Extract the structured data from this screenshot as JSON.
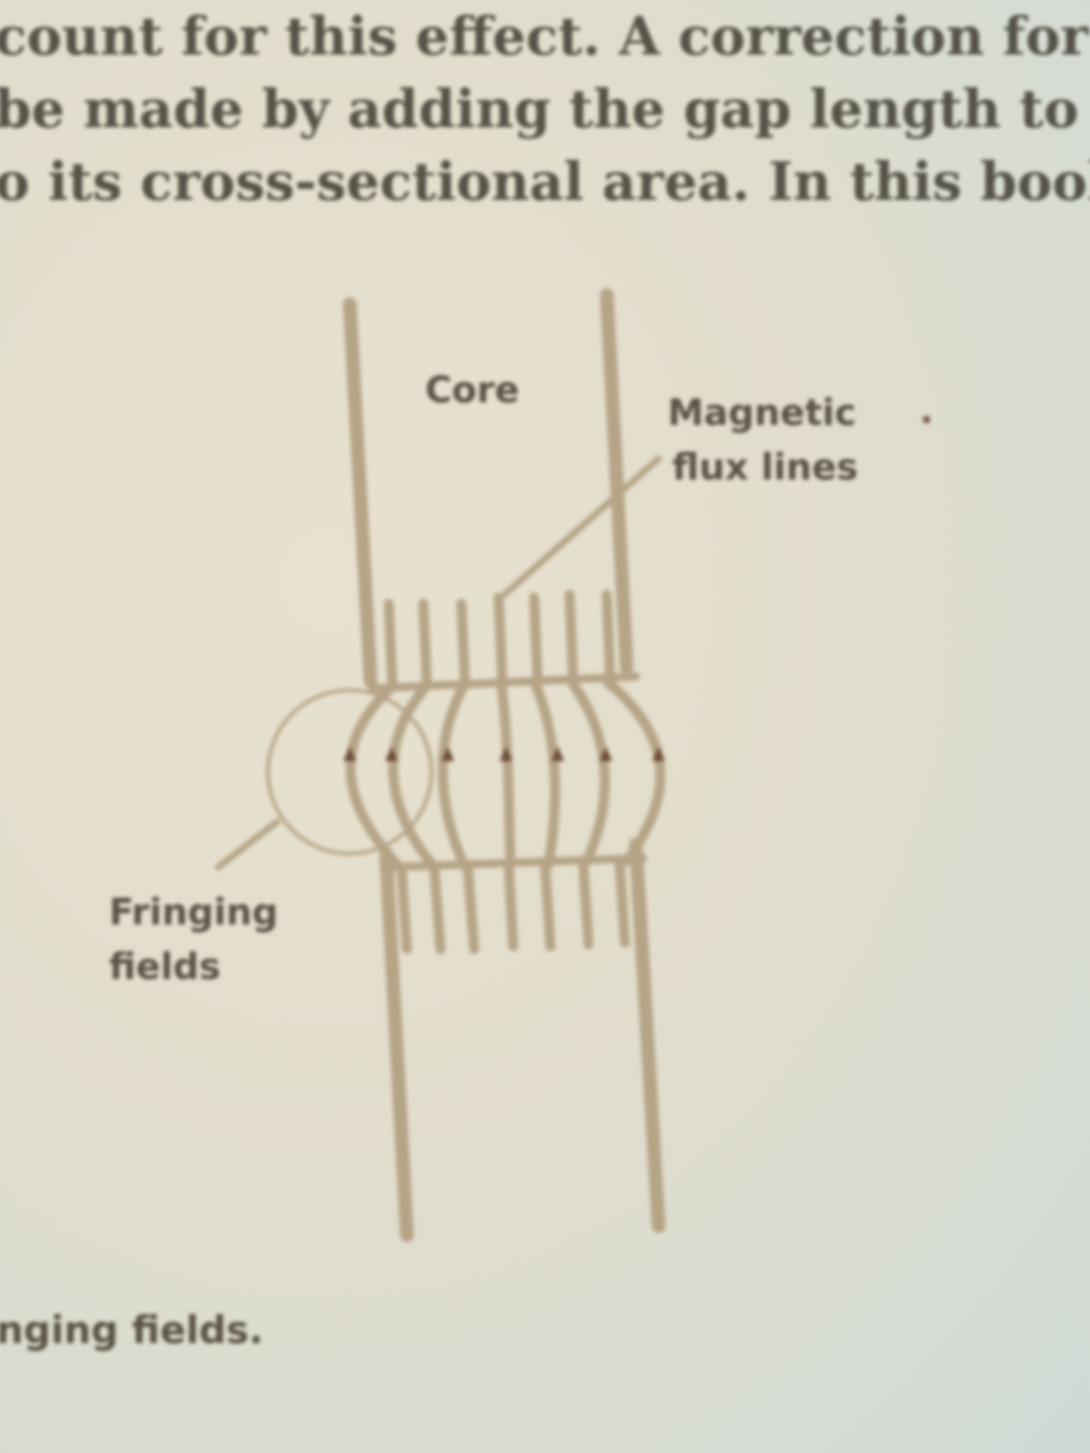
{
  "body_text": {
    "lines": [
      "count for this effect. A correction for su",
      "be made by adding the gap length to",
      "o its cross-sectional area. In this book t"
    ]
  },
  "diagram": {
    "labels": {
      "core": "Core",
      "magnetic_flux": [
        "Magnetic",
        "flux lines"
      ],
      "fringing_fields": [
        "Fringing",
        "fields"
      ]
    }
  },
  "caption": "nging fields.",
  "colors": {
    "stroke": "#b5a486",
    "arrow": "#6b4a36",
    "ink": "#5a5245"
  }
}
